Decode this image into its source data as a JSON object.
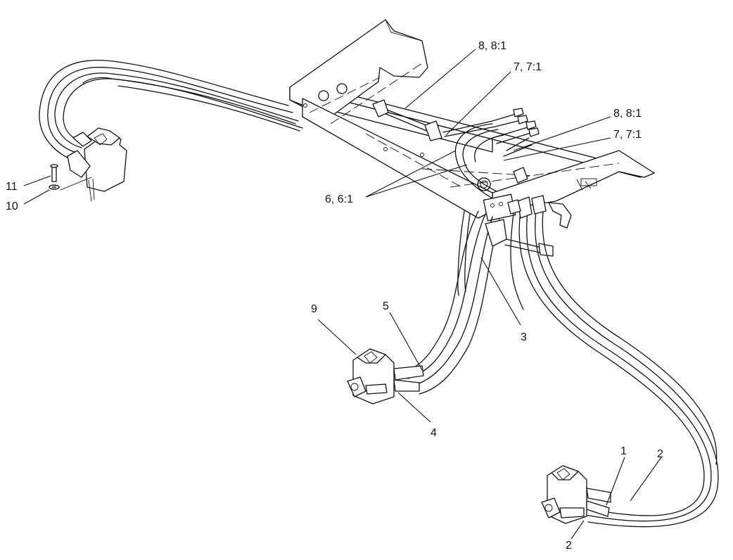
{
  "callouts": {
    "c1": "1",
    "c2a": "2",
    "c2b": "2",
    "c3": "3",
    "c4": "4",
    "c5": "5",
    "c6": "6, 6:1",
    "c7a": "7, 7:1",
    "c7b": "7, 7:1",
    "c8a": "8, 8:1",
    "c8b": "8, 8:1",
    "c9": "9",
    "c10": "10",
    "c11": "11"
  }
}
